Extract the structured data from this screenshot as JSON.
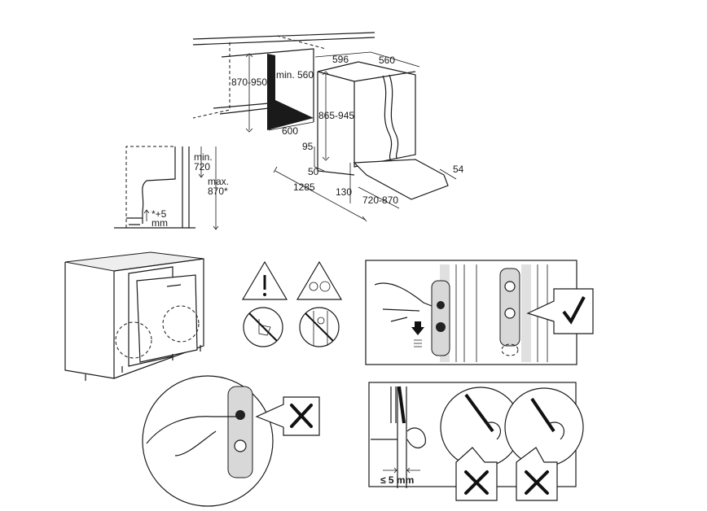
{
  "installation_diagram": {
    "labels": {
      "height_range": "870-950",
      "min_width": "min. 560",
      "width_600": "600",
      "depth_596": "596",
      "depth_560": "560",
      "appliance_height": "865-945",
      "plinth_95": "95",
      "plinth_50": "50",
      "door_1285": "1285",
      "door_130": "130",
      "door_720_870": "720-870",
      "door_54": "54"
    },
    "side_detail": {
      "min_label": "min.",
      "min_value": "720",
      "max_label": "max.",
      "max_value": "870*",
      "adjust_value": "*+5",
      "adjust_unit": "mm"
    }
  },
  "warning_panel": {
    "icons": [
      "warning-triangle-icon",
      "child-warning-icon",
      "no-hand-pressing-icon",
      "no-child-climbing-icon"
    ]
  },
  "door_gap_panel": {
    "gap_label": "≤ 5 mm"
  }
}
